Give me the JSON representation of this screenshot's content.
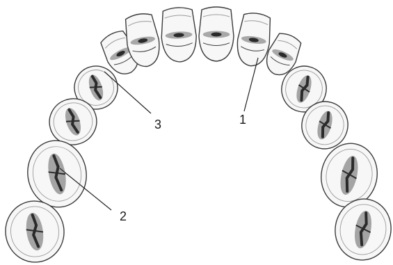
{
  "diagram": {
    "callouts": [
      {
        "id": "c1",
        "label": "1"
      },
      {
        "id": "c2",
        "label": "2"
      },
      {
        "id": "c3",
        "label": "3"
      }
    ],
    "colors": {
      "outline": "#3a3a3a",
      "enamel": "#f7f7f7",
      "shade": "#9a9a9a",
      "groove": "#2a2a2a",
      "leader": "#222222"
    }
  }
}
